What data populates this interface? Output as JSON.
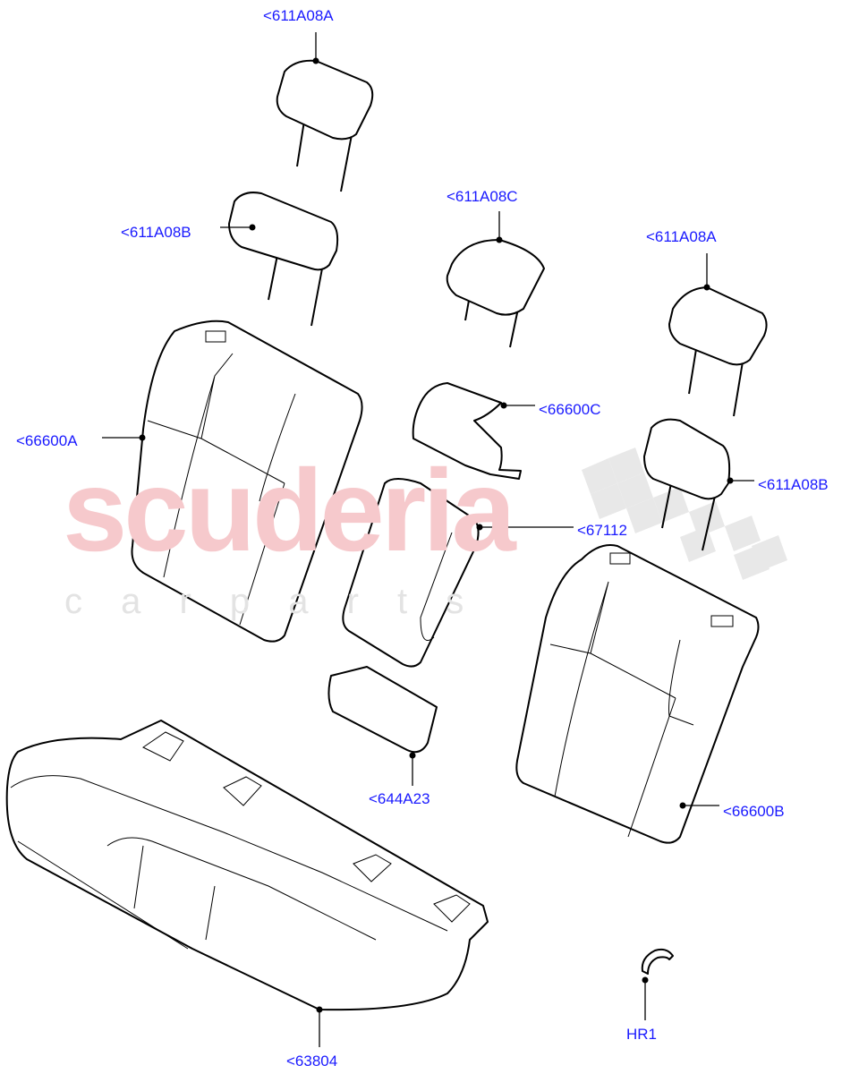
{
  "watermark": {
    "main": "scuderia",
    "sub": "c a r p a r t s"
  },
  "colors": {
    "label": "#1a1aff",
    "watermark_main": "#f6c9cc",
    "watermark_sub": "#e3e3e3"
  },
  "labels": [
    {
      "id": "headrest-rear-left-top",
      "text": "<611A08A"
    },
    {
      "id": "headrest-left-lower",
      "text": "<611A08B"
    },
    {
      "id": "headrest-center",
      "text": "<611A08C"
    },
    {
      "id": "headrest-right-top",
      "text": "<611A08A"
    },
    {
      "id": "cover-center",
      "text": "<66600C"
    },
    {
      "id": "backrest-left",
      "text": "<66600A"
    },
    {
      "id": "headrest-right-lower",
      "text": "<611A08B"
    },
    {
      "id": "armrest",
      "text": "<67112"
    },
    {
      "id": "armrest-housing",
      "text": "<644A23"
    },
    {
      "id": "backrest-right",
      "text": "<66600B"
    },
    {
      "id": "cushion",
      "text": "<63804"
    },
    {
      "id": "hog-ring",
      "text": "HR1"
    }
  ]
}
